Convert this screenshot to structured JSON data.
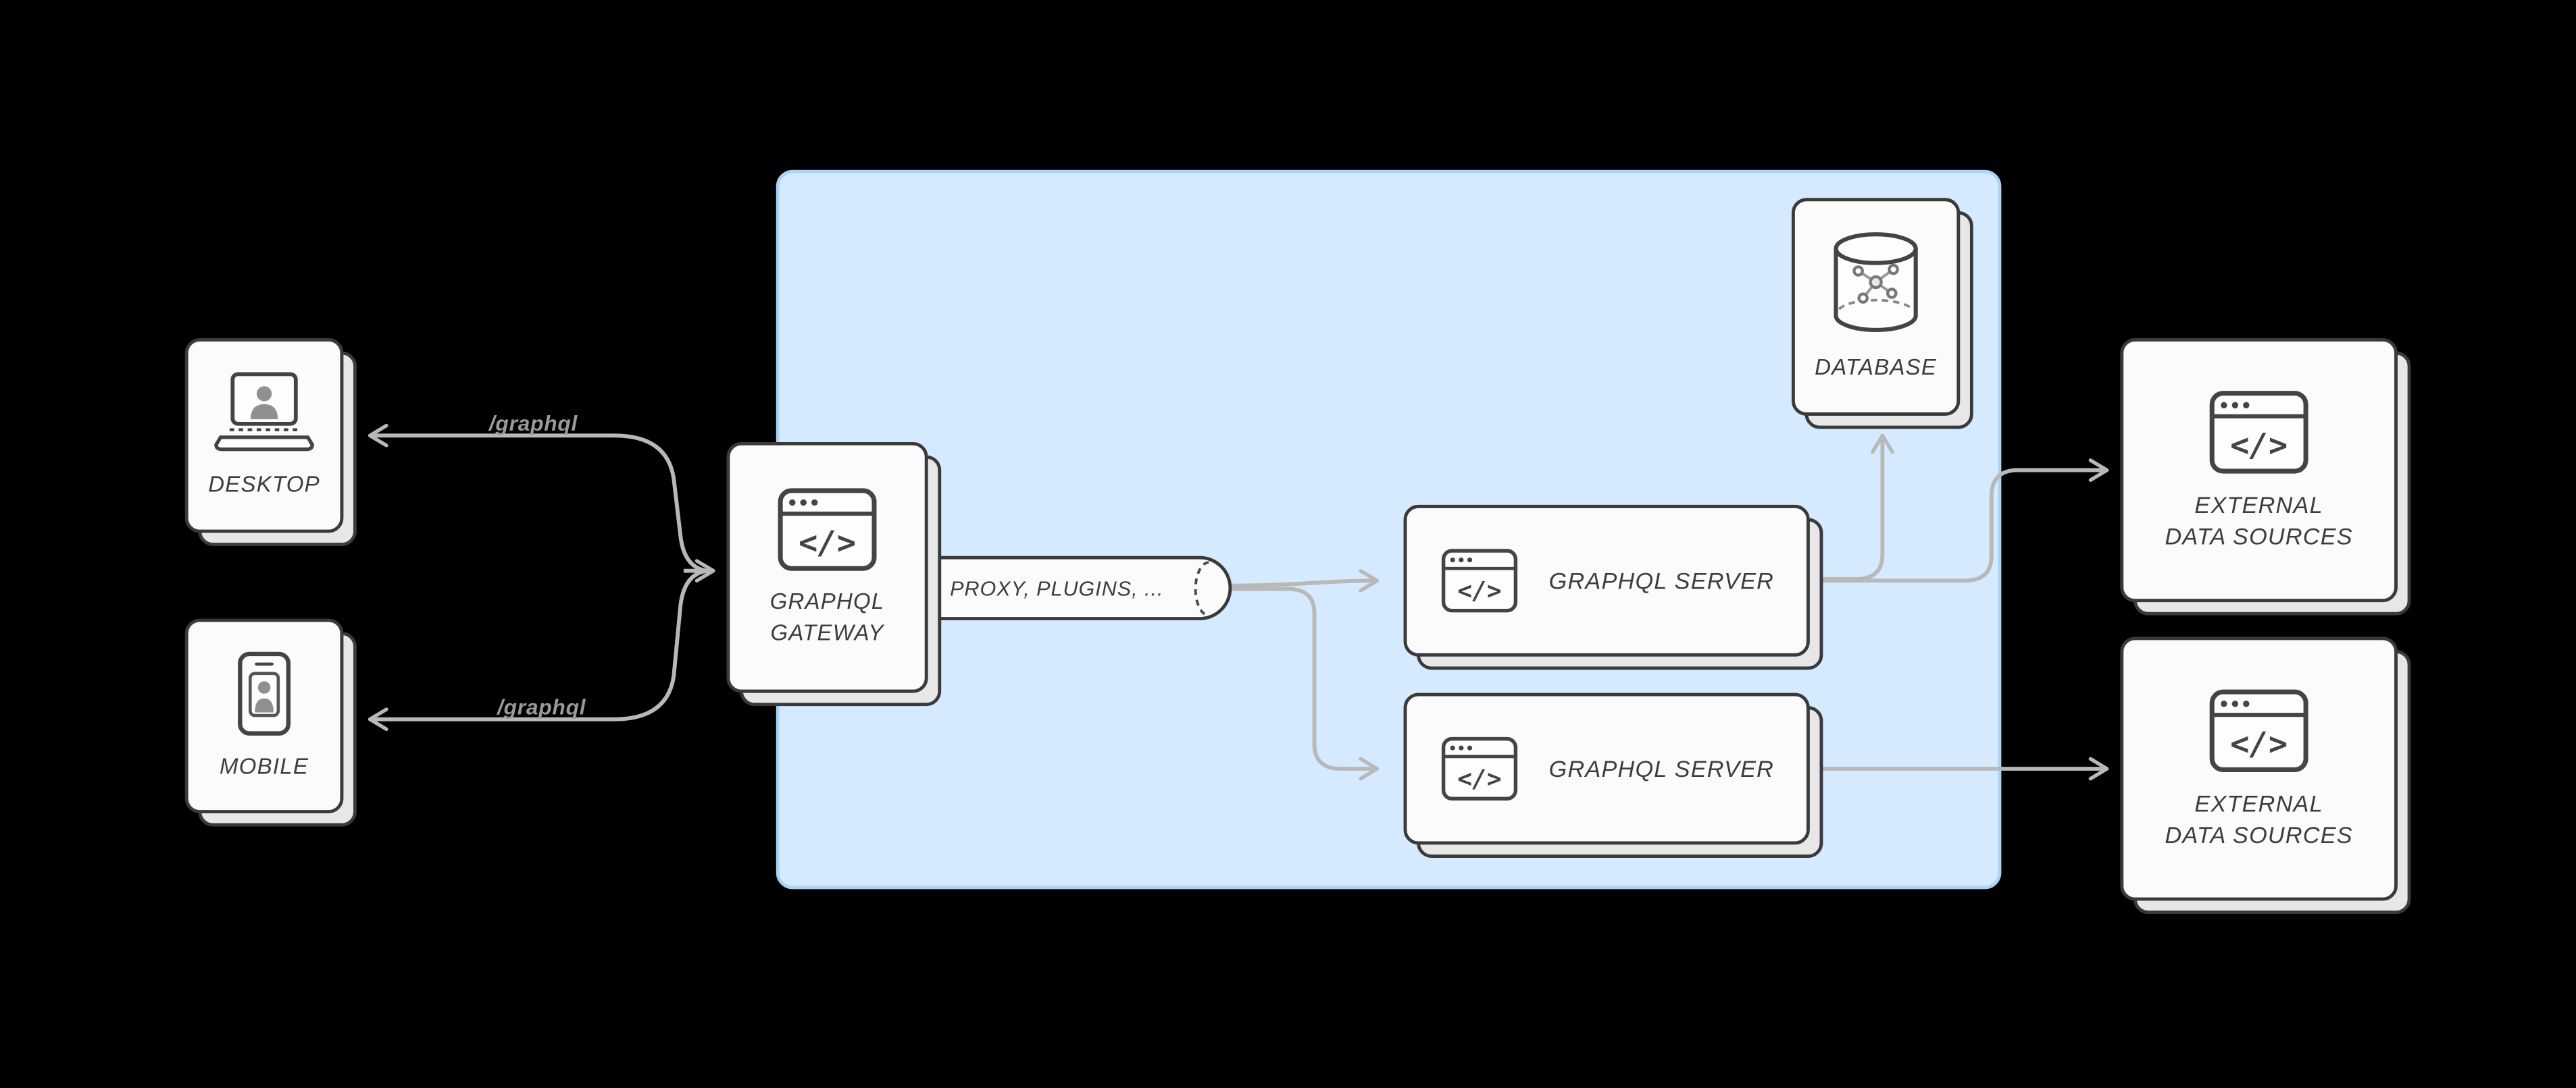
{
  "colors": {
    "background": "#000000",
    "region_fill": "#d5eaff",
    "region_border": "#aad3f5",
    "arrow": "#b8b8b8",
    "card_border": "#3a3a3a"
  },
  "icons": {
    "code_glyph": "</>"
  },
  "nodes": {
    "desktop": {
      "label": "DESKTOP",
      "icon": "laptop-icon"
    },
    "mobile": {
      "label": "MOBILE",
      "icon": "smartphone-icon"
    },
    "gateway": {
      "lines": [
        "GRAPHQL",
        "GATEWAY"
      ],
      "icon": "code-window-icon"
    },
    "proxy": {
      "label": "PROXY, PLUGINS, ..."
    },
    "server_top": {
      "label": "GRAPHQL SERVER",
      "icon": "code-window-icon"
    },
    "server_bottom": {
      "label": "GRAPHQL SERVER",
      "icon": "code-window-icon"
    },
    "database": {
      "label": "DATABASE",
      "icon": "database-icon"
    },
    "external_top": {
      "lines": [
        "EXTERNAL",
        "DATA SOURCES"
      ],
      "icon": "code-window-icon"
    },
    "external_bottom": {
      "lines": [
        "EXTERNAL",
        "DATA SOURCES"
      ],
      "icon": "code-window-icon"
    }
  },
  "edge_labels": {
    "desktop_request": "/graphql",
    "mobile_request": "/graphql"
  }
}
